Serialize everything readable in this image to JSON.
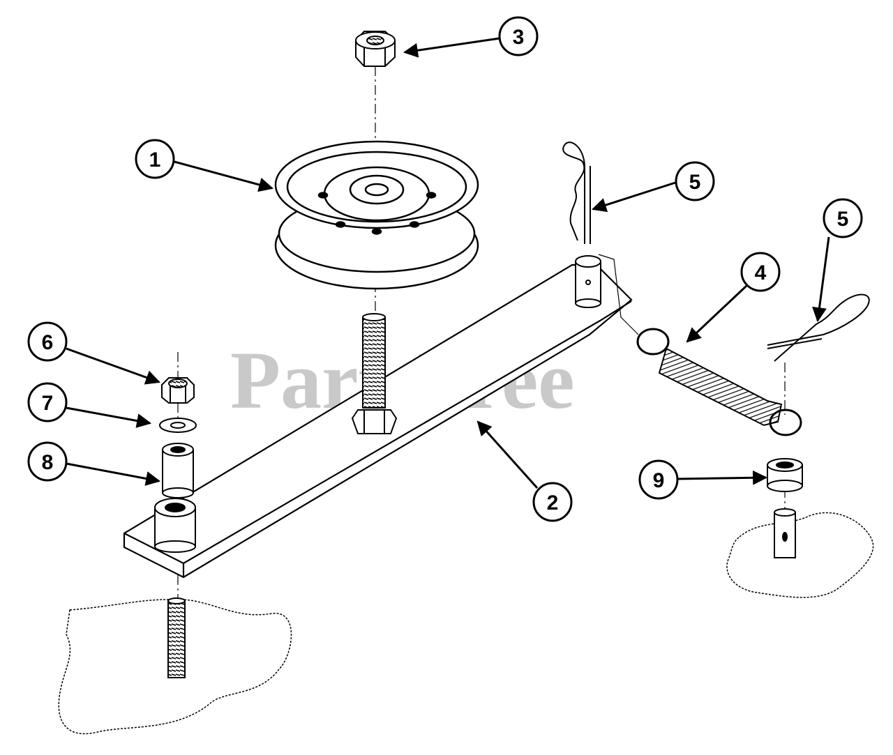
{
  "watermark": "PartsTree",
  "callouts": {
    "c1": "1",
    "c2": "2",
    "c3": "3",
    "c4": "4",
    "c5a": "5",
    "c5b": "5",
    "c6": "6",
    "c7": "7",
    "c8": "8",
    "c9": "9"
  },
  "colors": {
    "ink": "#000000",
    "watermark": "#c9c9c9",
    "background": "#ffffff"
  }
}
